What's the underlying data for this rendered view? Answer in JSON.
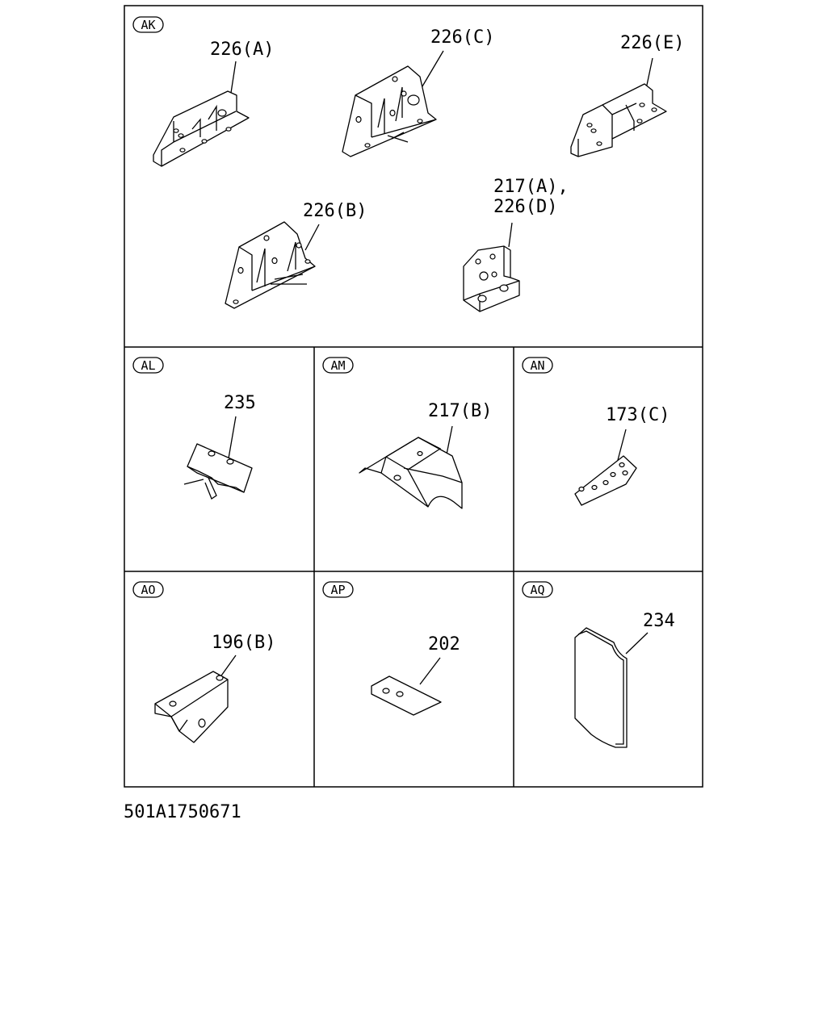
{
  "drawing_code": "501A1750671",
  "panels": {
    "ak": {
      "badge": "AK",
      "labels": {
        "a": "226(A)",
        "c": "226(C)",
        "e": "226(E)",
        "b": "226(B)",
        "ad1": "217(A),",
        "ad2": "226(D)"
      }
    },
    "al": {
      "badge": "AL",
      "label": "235"
    },
    "am": {
      "badge": "AM",
      "label": "217(B)"
    },
    "an": {
      "badge": "AN",
      "label": "173(C)"
    },
    "ao": {
      "badge": "AO",
      "label": "196(B)"
    },
    "ap": {
      "badge": "AP",
      "label": "202"
    },
    "aq": {
      "badge": "AQ",
      "label": "234"
    }
  }
}
